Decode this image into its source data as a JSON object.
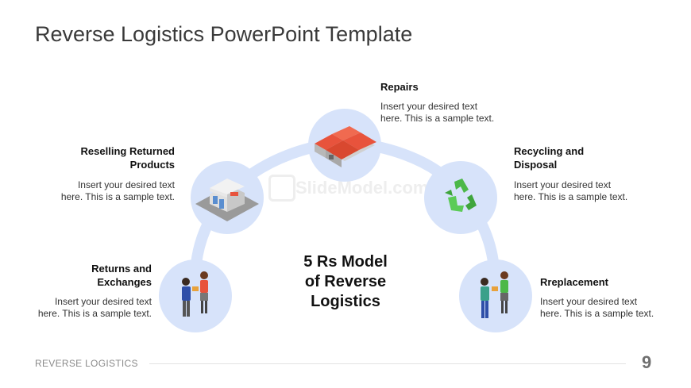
{
  "title": "Reverse Logistics PowerPoint Template",
  "center_label": {
    "line1": "5 Rs Model",
    "line2": "of Reverse",
    "line3": "Logistics"
  },
  "watermark": "SlideModel.com",
  "items": {
    "returns": {
      "heading_line1": "Returns and",
      "heading_line2": "Exchanges",
      "text_line1": "Insert your desired text",
      "text_line2": "here. This is a sample text.",
      "icon": "people-exchange-icon"
    },
    "reselling": {
      "heading_line1": "Reselling Returned",
      "heading_line2": "Products",
      "text_line1": "Insert your desired text",
      "text_line2": "here. This is a sample text.",
      "icon": "store-icon"
    },
    "repairs": {
      "heading_line1": "Repairs",
      "text_line1": "Insert your desired text",
      "text_line2": "here. This is a sample text.",
      "icon": "warehouse-icon"
    },
    "recycling": {
      "heading_line1": "Recycling and",
      "heading_line2": "Disposal",
      "text_line1": "Insert your desired text",
      "text_line2": "here. This is a sample text.",
      "icon": "recycle-icon"
    },
    "replacement": {
      "heading_line1": "Rreplacement",
      "text_line1": "Insert your desired text",
      "text_line2": "here. This is a sample text.",
      "icon": "people-handover-icon"
    }
  },
  "footer": {
    "label": "REVERSE LOGISTICS",
    "page_number": "9"
  },
  "colors": {
    "arc": "#d7e3fa",
    "roof": "#e8533c",
    "recycle": "#4cb848",
    "title": "#3a3a3a"
  }
}
